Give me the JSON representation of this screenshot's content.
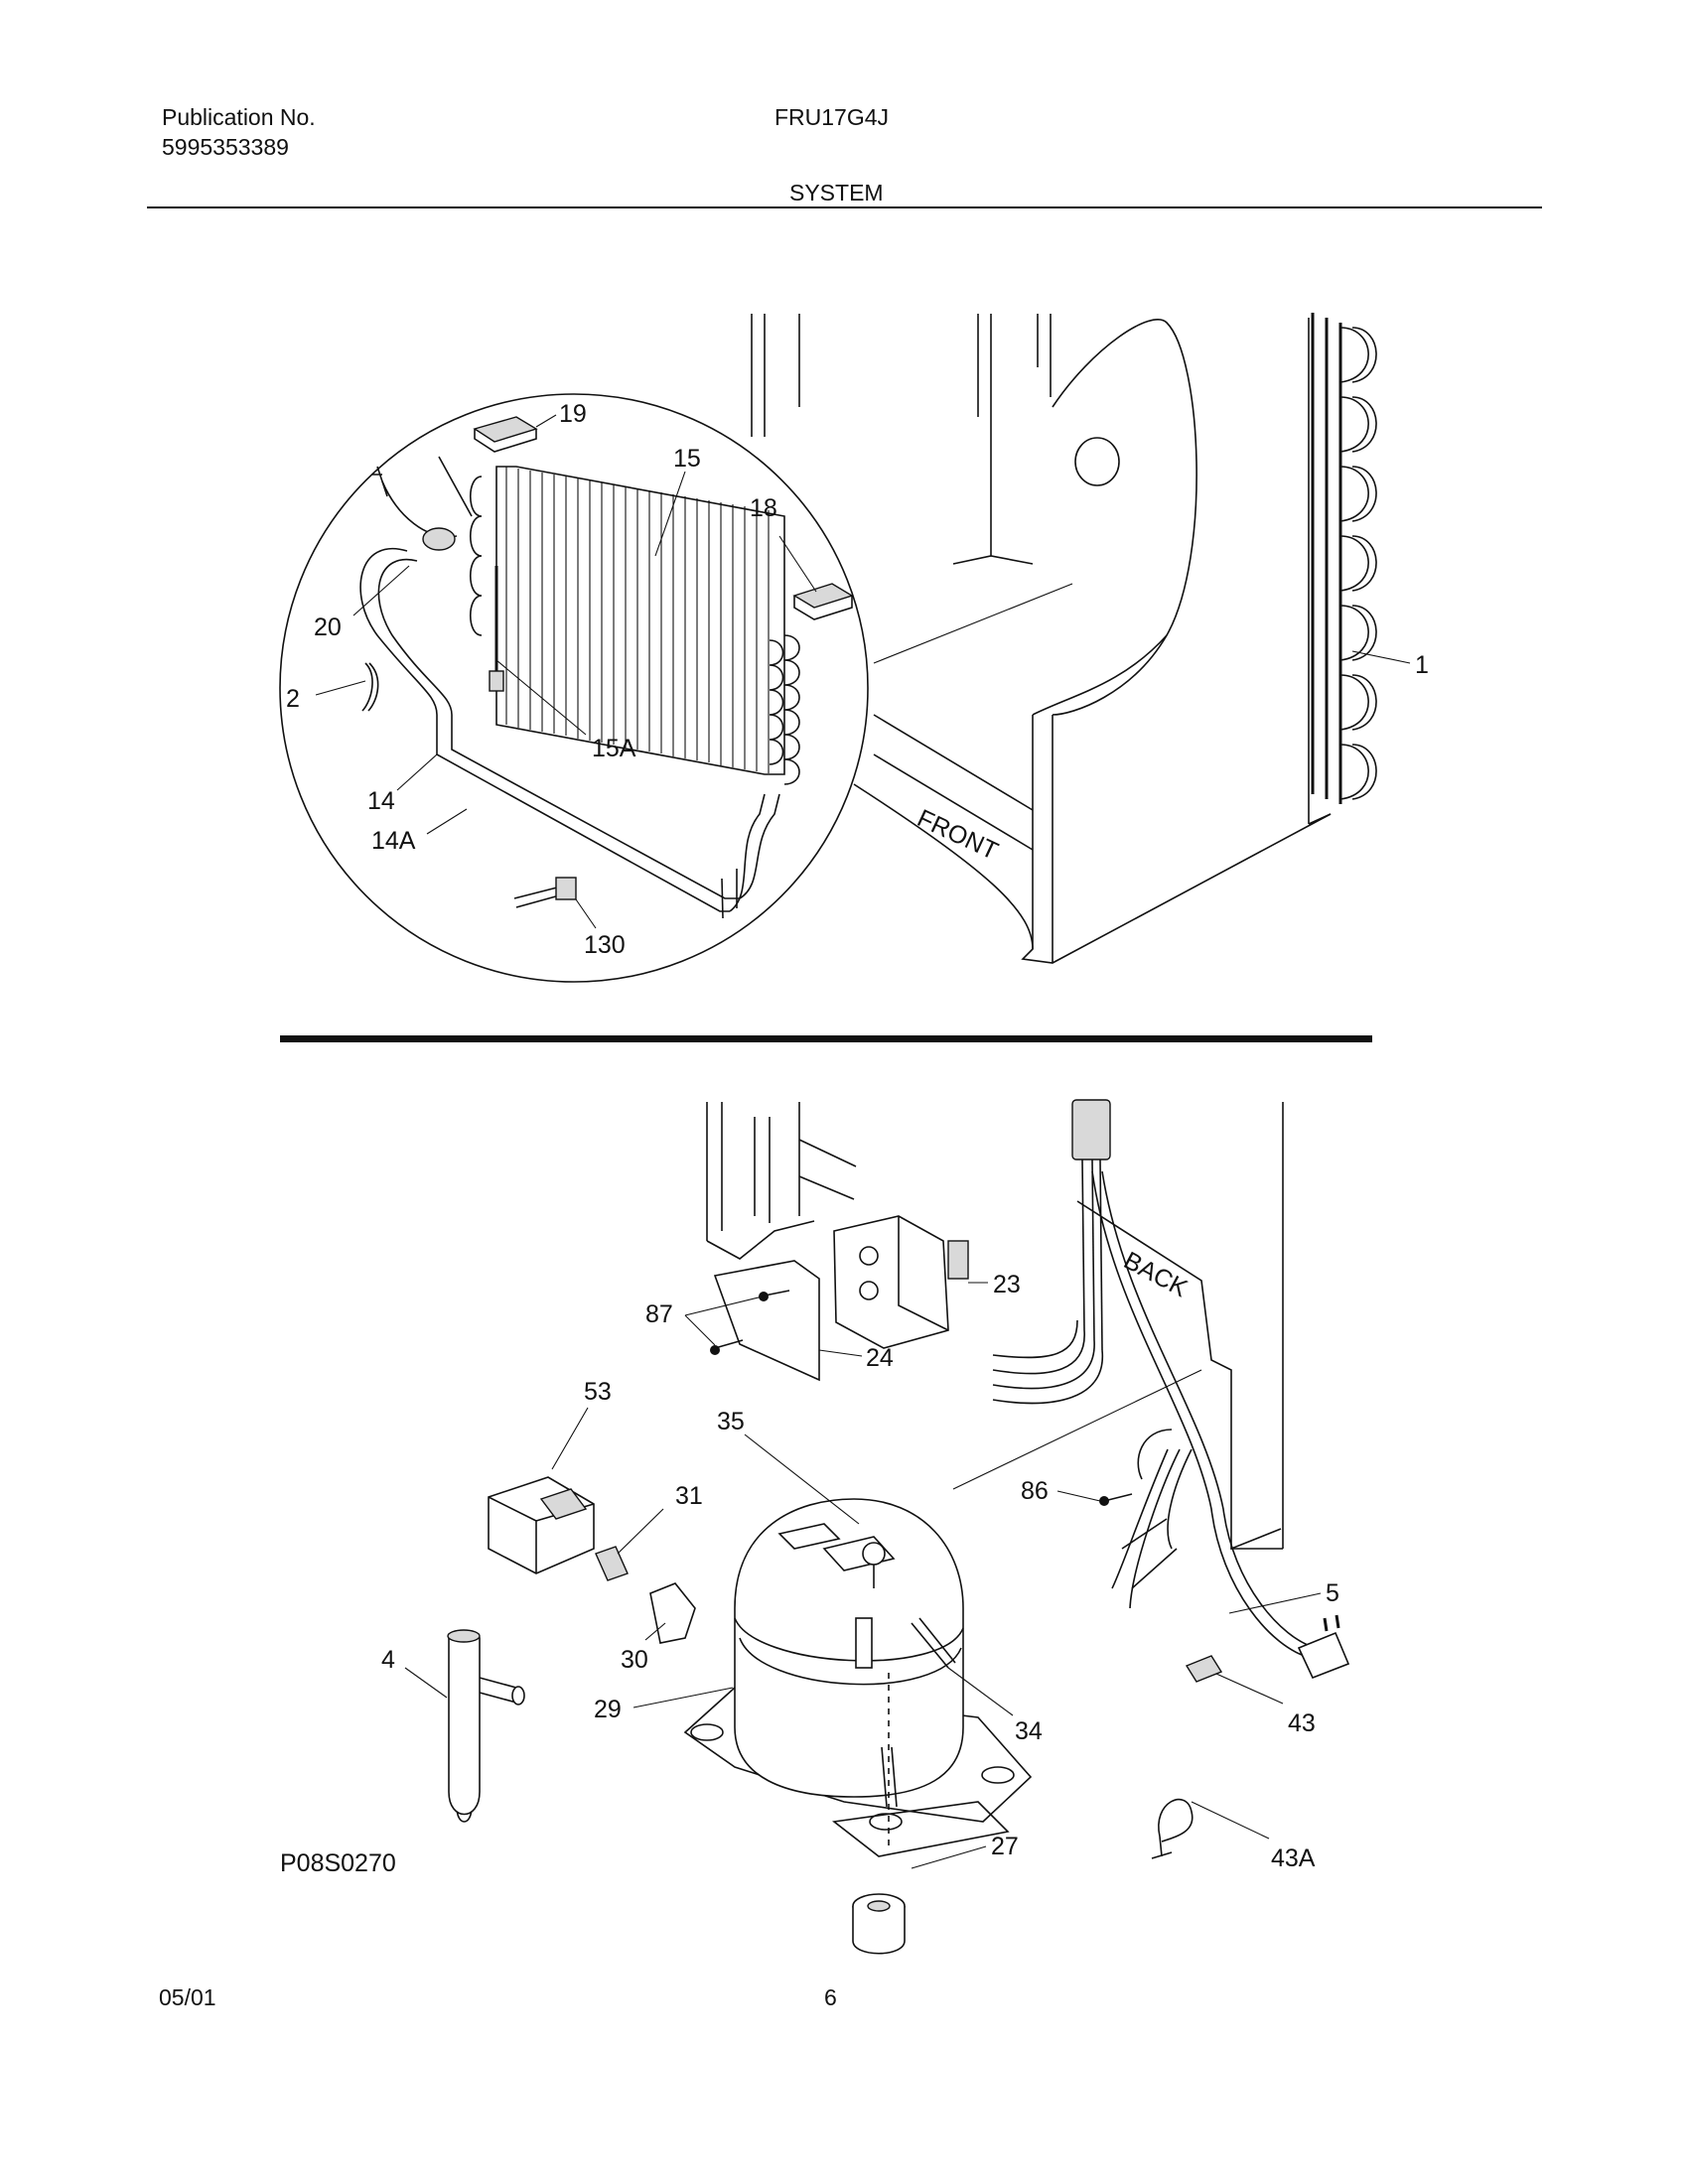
{
  "header": {
    "publication_label": "Publication No.",
    "publication_number": "5995353389",
    "model": "FRU17G4J",
    "section": "SYSTEM"
  },
  "footer": {
    "date": "05/01",
    "page_number": "6"
  },
  "diagram": {
    "code": "P08S0270",
    "side_labels": {
      "front": "FRONT",
      "back": "BACK"
    },
    "callouts": [
      "19",
      "15",
      "18",
      "20",
      "2",
      "15A",
      "14",
      "14A",
      "130",
      "1",
      "23",
      "87",
      "24",
      "53",
      "35",
      "31",
      "86",
      "5",
      "4",
      "30",
      "29",
      "34",
      "43",
      "27",
      "43A"
    ]
  }
}
